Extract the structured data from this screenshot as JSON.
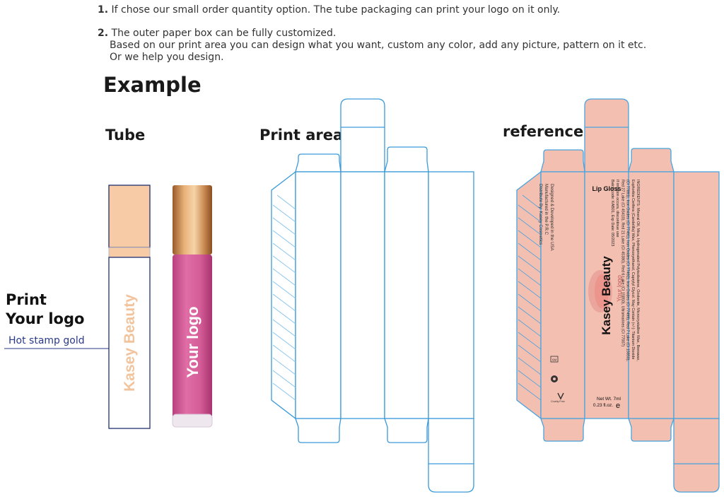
{
  "instructions": {
    "item1_num": "1.",
    "item1_text": "If chose our small order quantity option. The tube packaging can print your logo on it only.",
    "item2_num": "2.",
    "item2_line1": "The outer paper box can be fully customized.",
    "item2_line2": "Based on our print area you can design what you want, custom any color, add any picture, pattern on it etc.",
    "item2_line3": "Or we help you design."
  },
  "headings": {
    "example": "Example",
    "tube": "Tube",
    "print_area": "Print area",
    "reference": "reference"
  },
  "left_label": {
    "line1": "Print",
    "line2": "Your logo",
    "hot_stamp": "Hot stamp gold"
  },
  "tube": {
    "brand_text": "Kasey Beauty",
    "logo_text": "Your logo"
  },
  "reference_box": {
    "product_name": "Lip Gloss",
    "brand": "Kasey Beauty",
    "brand_sub": "Your logo",
    "side_info": [
      "Designed & Developed in the USA",
      "Manufactured in the P.R.C",
      "Distribute By: Kasey Cosmetics"
    ],
    "ingredients": [
      "INGREDIENTS: Mineral Oil, Mica, Hydrogenated Polyisobutene, Ozokerite, Microcrystalline Wax, Beeswax,",
      "Euphorbia Cerifera (Candelilla) Wax, Phenoxyethanol, Caprylyl Glycol. May Contain (+/-): Titanium Dioxide",
      "(CI 77891), Iron Oxides (CI 77491), Iron Oxides (CI 77492), Iron Oxides (CI 77499), Red 7 Lake (CI 15850),",
      "Red 27 Lake (CI 45410), Red 21 Lake (CI 45380), Red 6 Lake (CI 15850), Ultramarines (CI 77007)",
      "If irritation occurs, discontinue use",
      "Batch code: KAB01, Exp Date: 05/2023"
    ],
    "net_wt": "Net Wt. 7ml",
    "net_oz": "0.23 fl.oz.",
    "e_mark": "e",
    "cruelty_free": "Cruelty Free",
    "pao": "6M"
  },
  "colors": {
    "die_line": "#3a9ad9",
    "tube_cap": "#f7cba6",
    "tube_border": "#1f2f6e",
    "gloss_pink": "#d8609a",
    "gold": "#c88a4a",
    "reference_fill": "#f2bfb1",
    "reference_line": "#4aa3df",
    "arrow": "#2a3a8a"
  }
}
